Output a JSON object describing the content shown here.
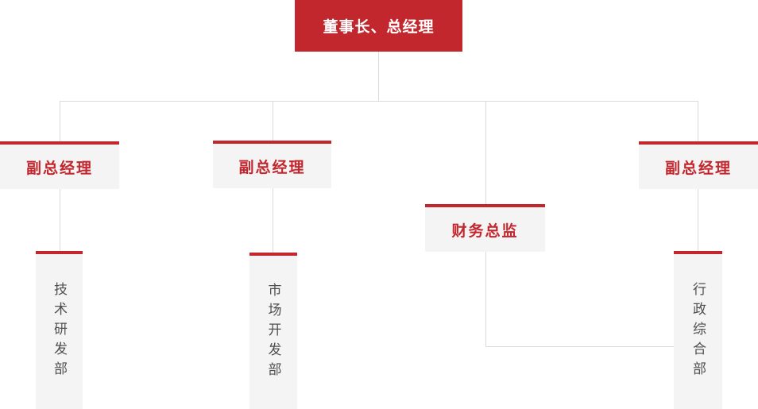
{
  "org_chart": {
    "type": "org-chart",
    "root": {
      "label": "董事长、总经理"
    },
    "managers": [
      {
        "label": "副总经理"
      },
      {
        "label": "副总经理"
      },
      {
        "label": "财务总监"
      },
      {
        "label": "副总经理"
      }
    ],
    "departments": [
      {
        "label": "技术研发部"
      },
      {
        "label": "市场开发部"
      },
      {
        "label": "行政综合部"
      }
    ],
    "colors": {
      "accent_red": "#C2272E",
      "node_bg": "#F4F4F4",
      "connector": "#DBDBDB",
      "dept_text": "#4F4F4F",
      "root_text": "#FFFFFF"
    }
  }
}
